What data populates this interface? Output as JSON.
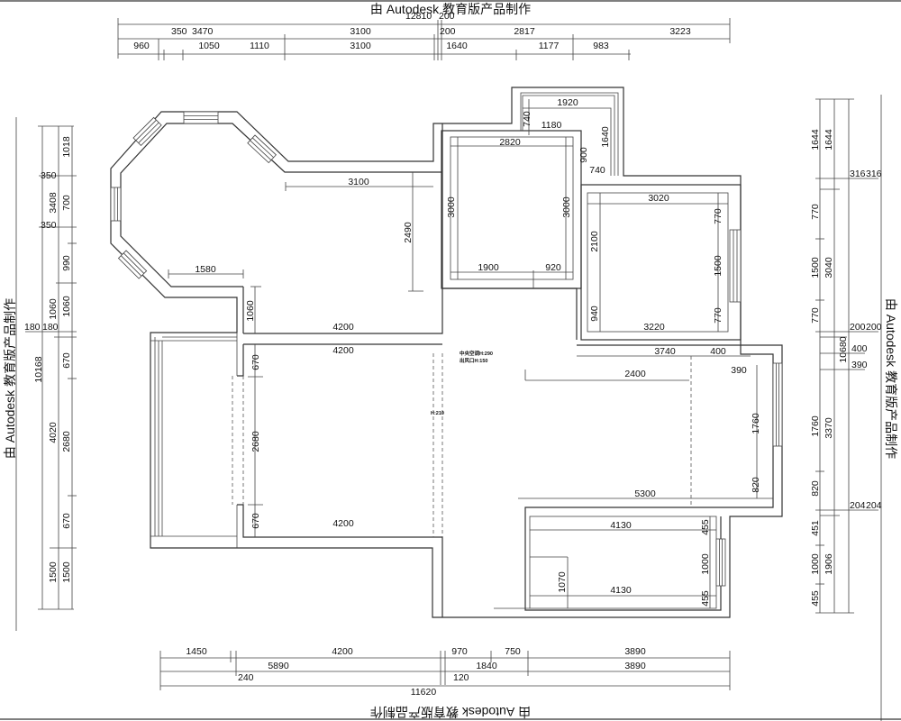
{
  "watermark": {
    "top": "由 Autodesk 教育版产品制作",
    "left": "由 Autodesk 教育版产品制作",
    "right": "由 Autodesk 教育版产品制作",
    "bottom": "由 Autodesk 教育版产品制作"
  },
  "top_dims": {
    "overall": "12810",
    "overall_extra": "200",
    "row1": [
      "350",
      "3470",
      "3100",
      "200",
      "2817",
      "3223"
    ],
    "row2": [
      "960",
      "1050",
      "1110",
      "3100",
      "1640",
      "1177",
      "983"
    ]
  },
  "bottom_dims": {
    "row1": [
      "1450",
      "4200",
      "970",
      "750",
      "3890"
    ],
    "row2": [
      "5890",
      "1840",
      "3890"
    ],
    "small": [
      "240",
      "120"
    ],
    "overall": "11620"
  },
  "left_dims": {
    "outer": [
      "10168"
    ],
    "middle": [
      "350",
      "3408",
      "350",
      "1060",
      "180",
      "180",
      "4020",
      "1500"
    ],
    "inner": [
      "1018",
      "700",
      "990",
      "1060",
      "670",
      "2680",
      "670",
      "1500"
    ]
  },
  "right_dims": {
    "outer": [
      "1644",
      "770",
      "1500",
      "770",
      "1760",
      "820",
      "451",
      "1000",
      "455"
    ],
    "inner": [
      "1644",
      "3040",
      "10680",
      "3370",
      "1906"
    ],
    "side": [
      "316",
      "316",
      "200",
      "200",
      "400",
      "390",
      "204",
      "204"
    ]
  },
  "interior_dims": {
    "octagon_room": [
      "3100",
      "2490",
      "1580",
      "1060"
    ],
    "dining": [
      "4200",
      "4200",
      "670",
      "2680",
      "670",
      "4200"
    ],
    "stair": [
      "1920",
      "740",
      "1180",
      "1640",
      "900",
      "740"
    ],
    "bedroom_top": [
      "2820",
      "3000",
      "3000",
      "1900",
      "920"
    ],
    "bedroom_right": [
      "3020",
      "770",
      "2100",
      "1500",
      "940",
      "3220",
      "770"
    ],
    "living": [
      "3740",
      "400",
      "2400",
      "390",
      "1760",
      "820",
      "5300"
    ],
    "bedroom_bottom": [
      "4130",
      "455",
      "1000",
      "1070",
      "4130",
      "455"
    ]
  },
  "notes": {
    "ac_height": "中央空调H:290",
    "vent_height": "出风口H:150",
    "opening_height": "H:210"
  }
}
